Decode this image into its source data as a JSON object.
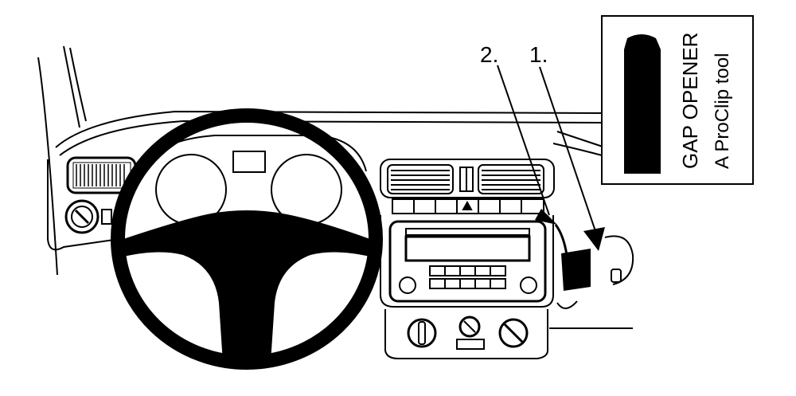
{
  "diagram": {
    "callouts": [
      {
        "label": "2."
      },
      {
        "label": "1."
      }
    ],
    "tool_box": {
      "line1": "GAP OPENER",
      "line2": "A ProClip tool"
    }
  },
  "colors": {
    "ink": "#000000",
    "paper": "#ffffff"
  }
}
